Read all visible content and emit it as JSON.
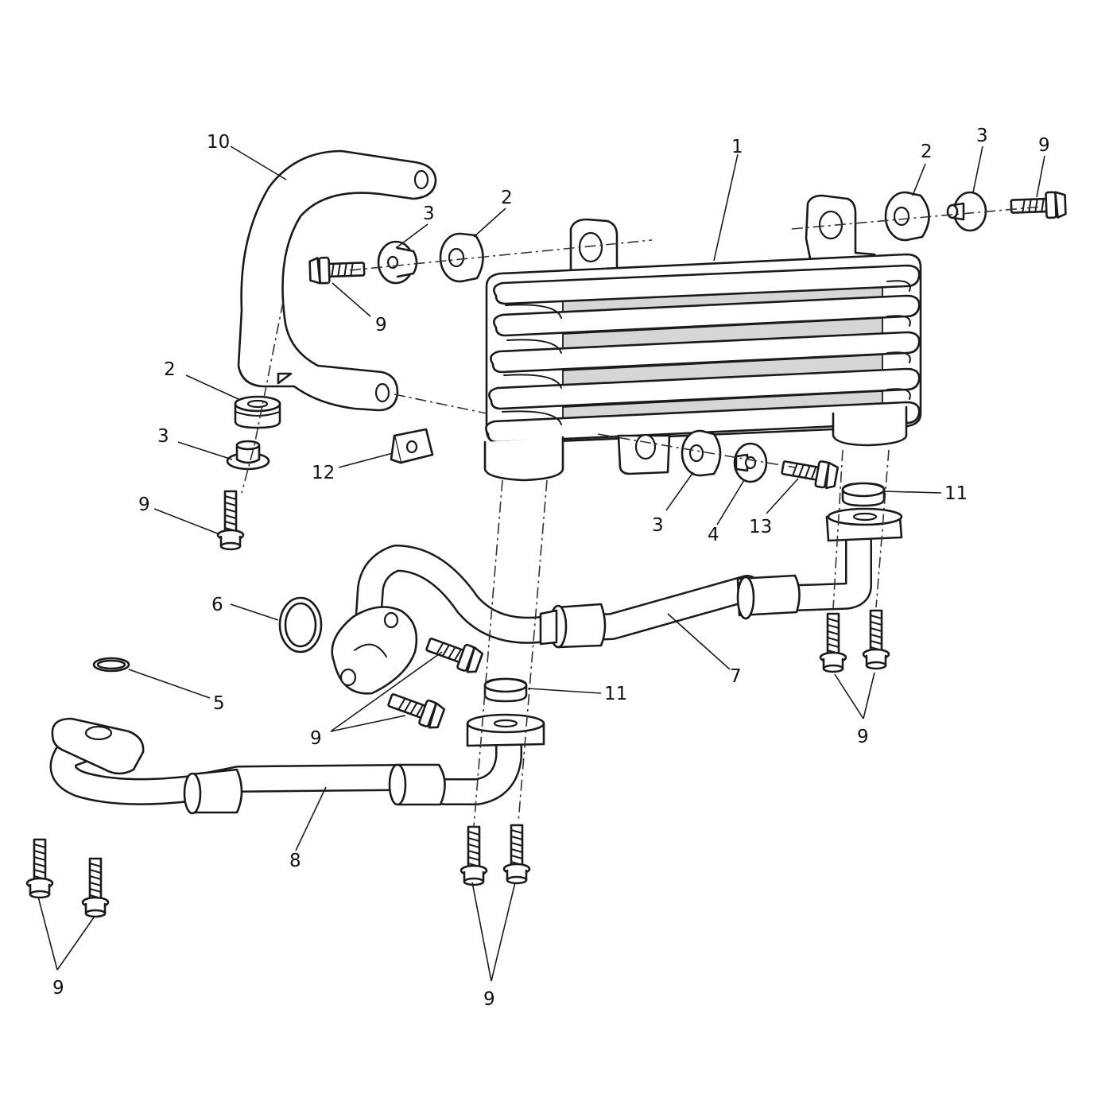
{
  "diagram": {
    "callouts": [
      {
        "id": "c1",
        "text": "1"
      },
      {
        "id": "c2a",
        "text": "2"
      },
      {
        "id": "c3a",
        "text": "3"
      },
      {
        "id": "c9a",
        "text": "9"
      },
      {
        "id": "c10",
        "text": "10"
      },
      {
        "id": "c3b",
        "text": "3"
      },
      {
        "id": "c2b",
        "text": "2"
      },
      {
        "id": "c9b",
        "text": "9"
      },
      {
        "id": "c2c",
        "text": "2"
      },
      {
        "id": "c3c",
        "text": "3"
      },
      {
        "id": "c12",
        "text": "12"
      },
      {
        "id": "c9c",
        "text": "9"
      },
      {
        "id": "c3d",
        "text": "3"
      },
      {
        "id": "c4",
        "text": "4"
      },
      {
        "id": "c13",
        "text": "13"
      },
      {
        "id": "c11a",
        "text": "11"
      },
      {
        "id": "c6",
        "text": "6"
      },
      {
        "id": "c7",
        "text": "7"
      },
      {
        "id": "c5",
        "text": "5"
      },
      {
        "id": "c11b",
        "text": "11"
      },
      {
        "id": "c9d",
        "text": "9"
      },
      {
        "id": "c9e",
        "text": "9"
      },
      {
        "id": "c8",
        "text": "8"
      },
      {
        "id": "c9f",
        "text": "9"
      },
      {
        "id": "c9g",
        "text": "9"
      }
    ]
  }
}
